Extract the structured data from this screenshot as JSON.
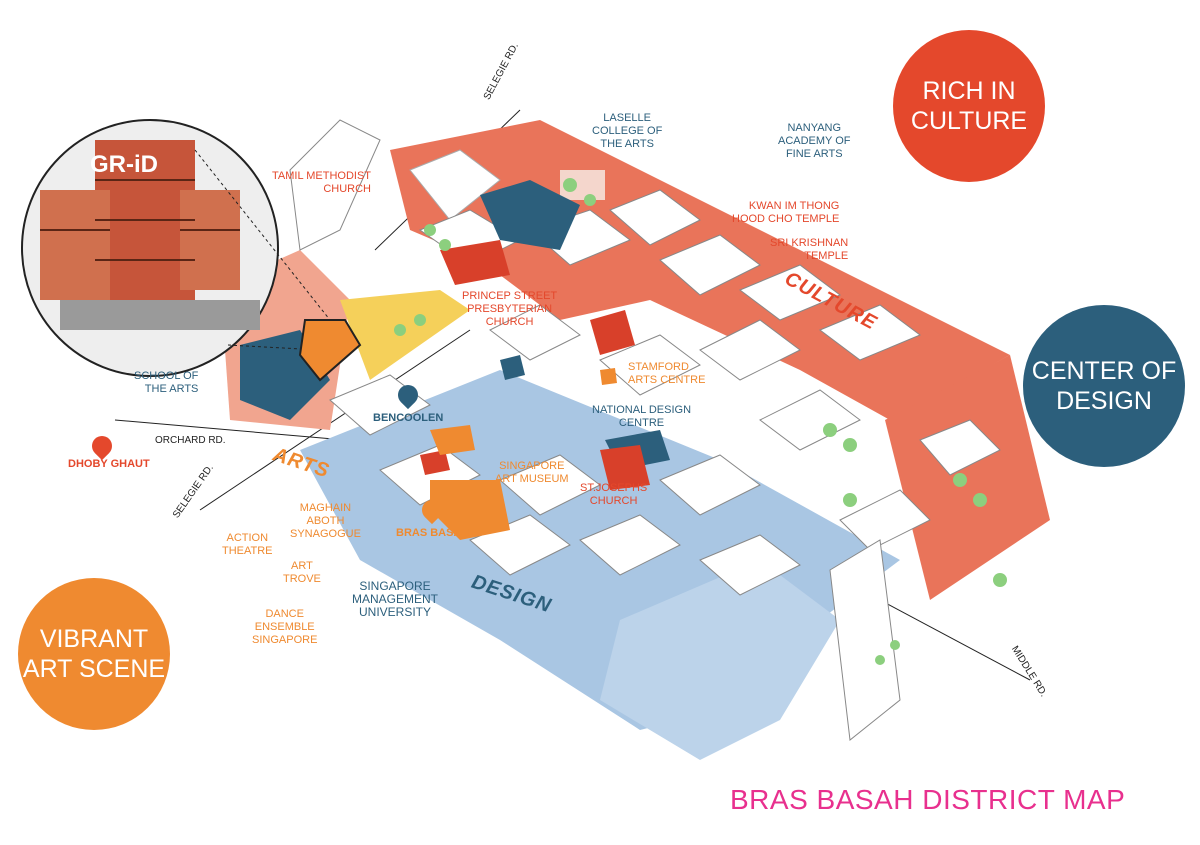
{
  "title": "BRAS BASAH DISTRICT MAP",
  "colors": {
    "culture": "#e4482c",
    "design": "#2c5f7c",
    "arts": "#ef8a30",
    "title": "#e8308e",
    "building_orange": "#e9745a",
    "building_blue": "#a9c6e3"
  },
  "themes": {
    "rich_culture": "RICH IN\nCULTURE",
    "center_design": "CENTER OF\nDESIGN",
    "vibrant_art": "VIBRANT\nART SCENE"
  },
  "zones": {
    "culture": "CULTURE",
    "design": "DESIGN",
    "arts": "ARTS"
  },
  "roads": {
    "selegie_top": "SELEGIE RD.",
    "selegie_bottom": "SELEGIE RD.",
    "orchard": "ORCHARD RD.",
    "middle": "MIDDLE RD."
  },
  "stations": {
    "dhoby_ghaut": "DHOBY GHAUT",
    "bencoolen": "BENCOOLEN",
    "bras_basah": "BRAS BASAH"
  },
  "places": {
    "laselle": "LASELLE\nCOLLEGE OF\nTHE ARTS",
    "nanyang": "NANYANG\nACADEMY OF\nFINE ARTS",
    "tamil": "TAMIL METHODIST\nCHURCH",
    "kwan_im": "KWAN IM THONG\nHOOD CHO TEMPLE",
    "sri_krishnan": "SRI KRISHNAN\nTEMPLE",
    "princep": "PRINCEP STREET\nPRESBYTERIAN\nCHURCH",
    "stamford": "STAMFORD\nARTS CENTRE",
    "national_design": "NATIONAL DESIGN\nCENTRE",
    "school_arts": "SCHOOL OF\nTHE ARTS",
    "singapore_art_museum": "SINGAPORE\nART MUSEUM",
    "st_josephs": "ST.JOSEPHS\nCHURCH",
    "maghain": "MAGHAIN\nABOTH\nSYNAGOGUE",
    "action_theatre": "ACTION\nTHEATRE",
    "art_trove": "ART\nTROVE",
    "dance_ensemble": "DANCE\nENSEMBLE\nSINGAPORE",
    "smu": "SINGAPORE\nMANAGEMENT\nUNIVERSITY"
  },
  "inset": {
    "sign_text": "GR-iD"
  }
}
